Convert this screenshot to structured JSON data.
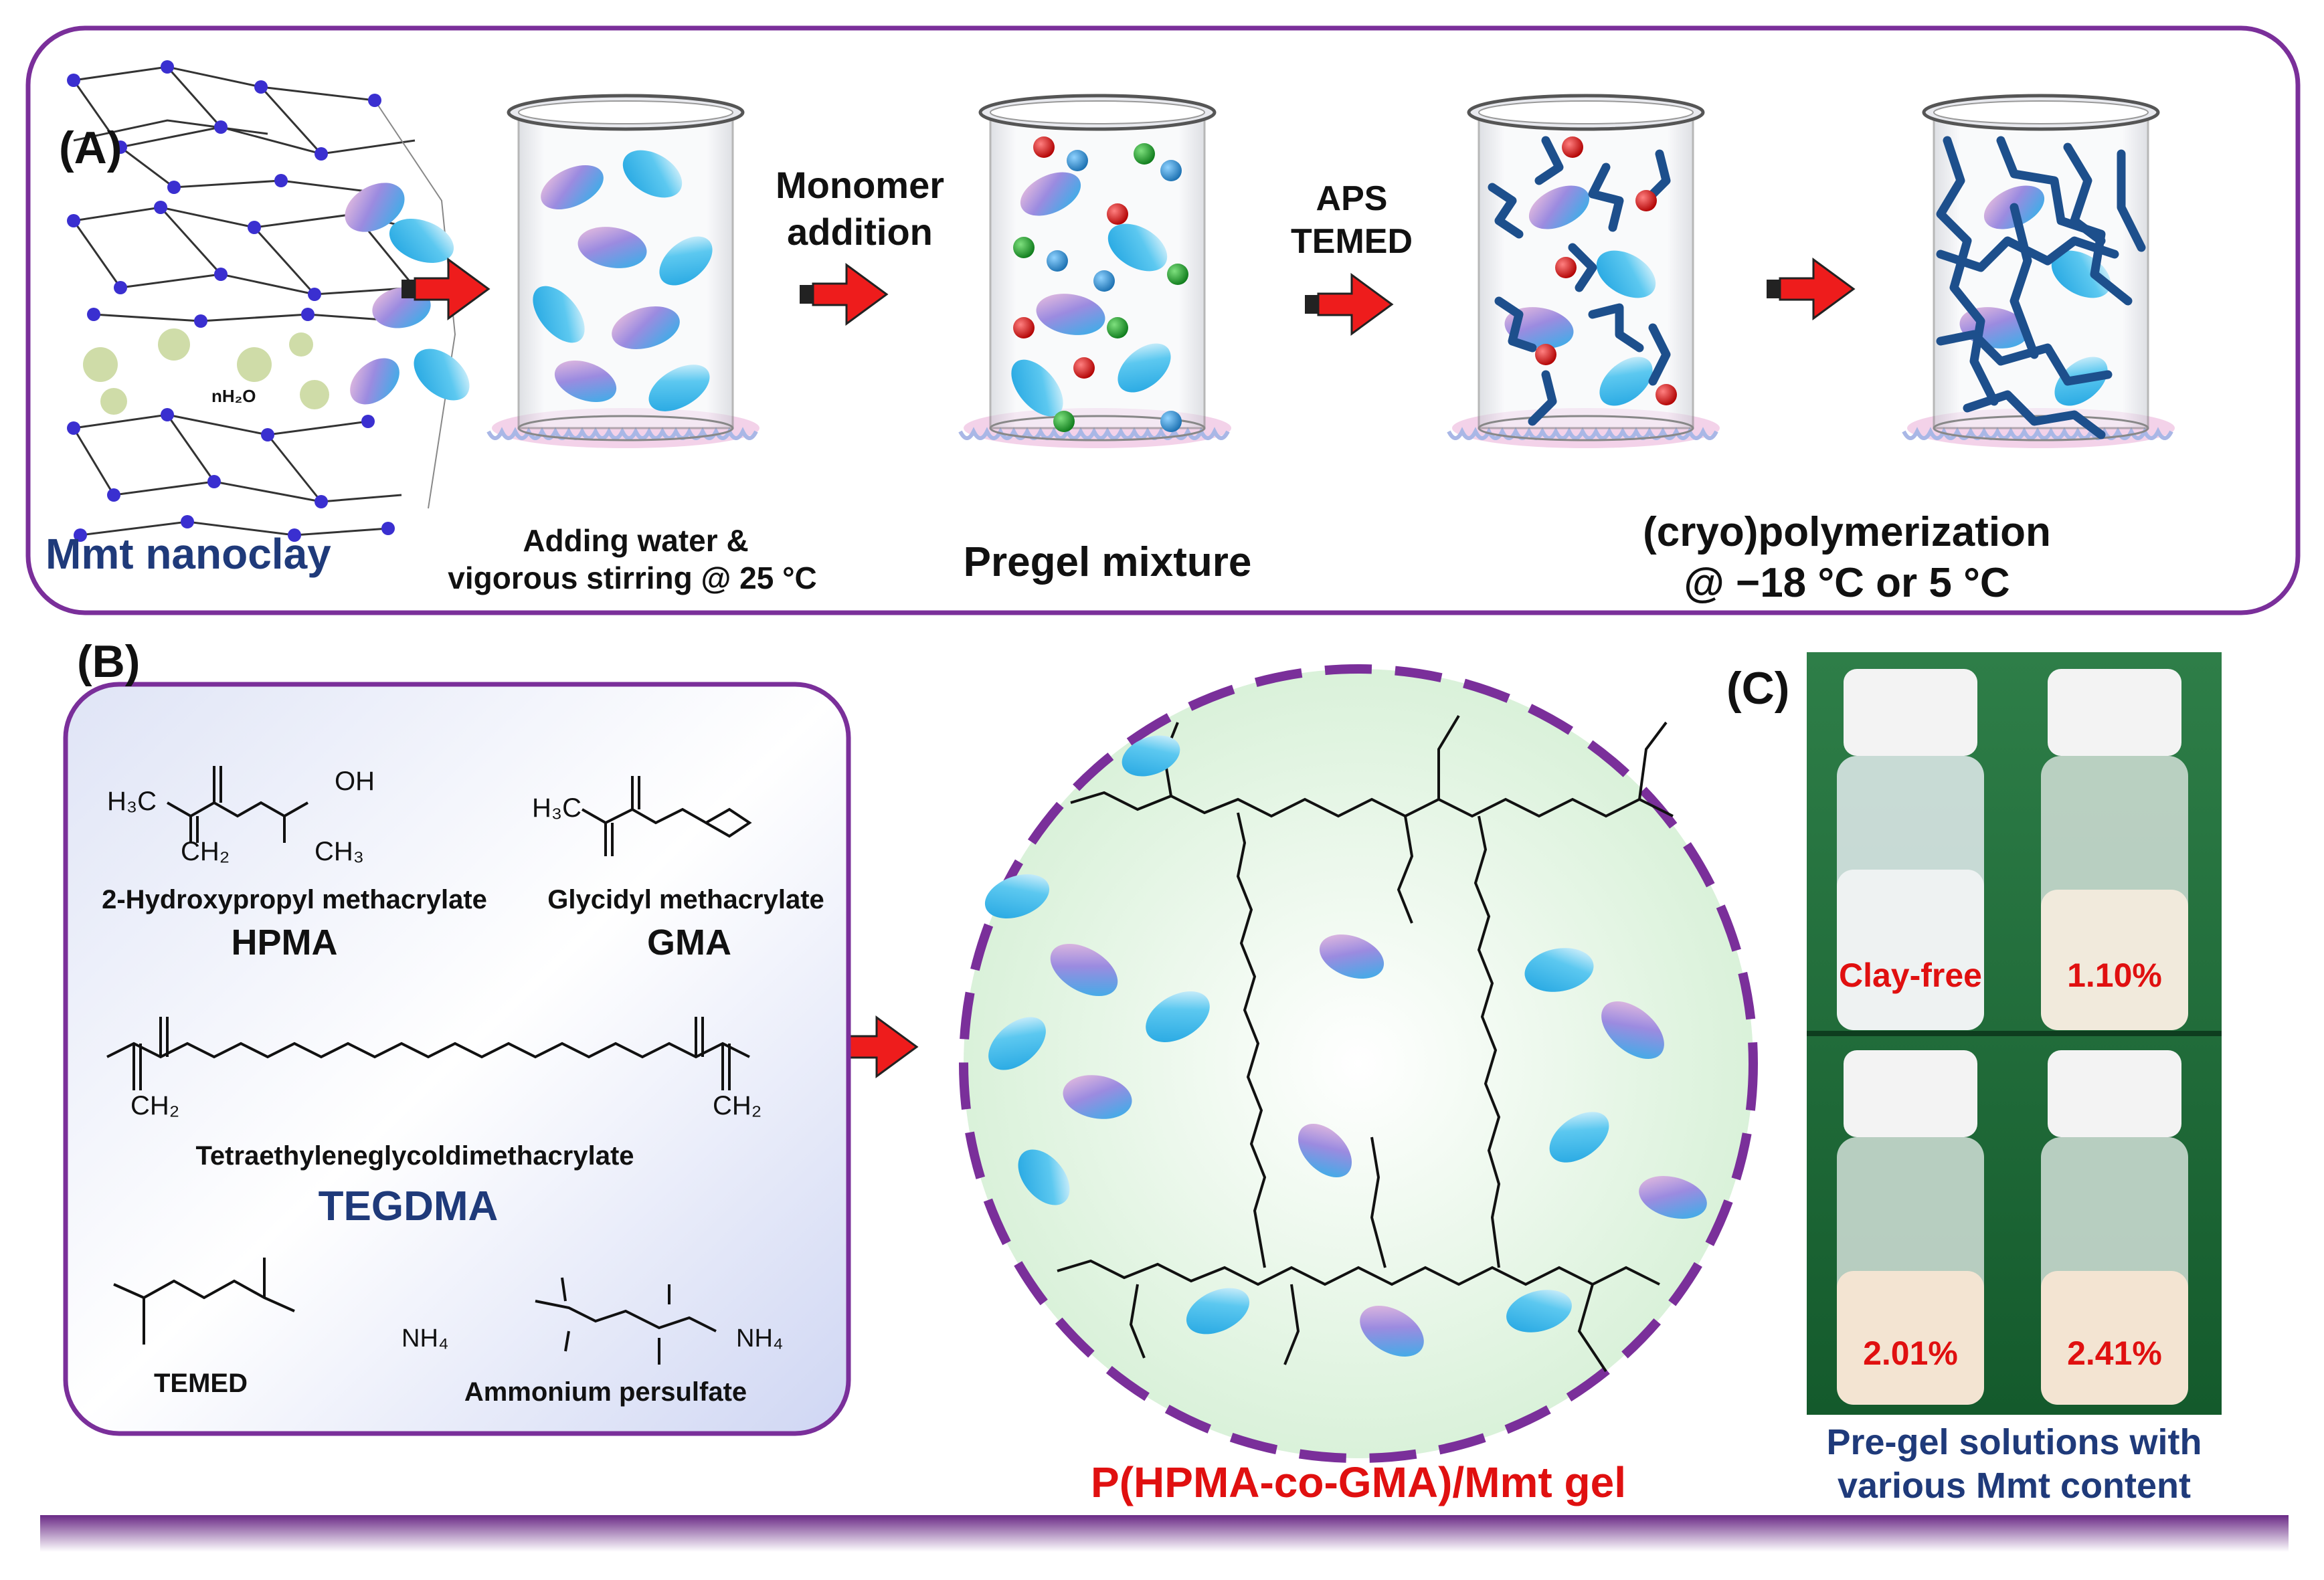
{
  "panel_a": {
    "label": "(A)",
    "start_label": "Mmt nanoclay",
    "layer_water": "nH₂O",
    "step1_line1": "Adding water &",
    "step1_line2": "vigorous stirring @ 25 °C",
    "arrow2_line1": "Monomer",
    "arrow2_line2": "addition",
    "step2_label": "Pregel mixture",
    "arrow3_line1": "APS",
    "arrow3_line2": "TEMED",
    "step3_line1": "(cryo)polymerization",
    "step3_line2": "@ −18 °C or 5 °C"
  },
  "panel_b": {
    "label": "(B)",
    "hpma_formula_left": "H₃C",
    "hpma_oh": "OH",
    "hpma_ch2": "CH₂",
    "hpma_ch3": "CH₃",
    "hpma_name": "2-Hydroxypropyl methacrylate",
    "hpma_abbr": "HPMA",
    "gma_formula_left": "H₃C",
    "gma_name": "Glycidyl methacrylate",
    "gma_abbr": "GMA",
    "tegdma_ch2_left": "CH₂",
    "tegdma_ch2_right": "CH₂",
    "tegdma_name": "Tetraethyleneglycoldimethacrylate",
    "tegdma_abbr": "TEGDMA",
    "temed_name": "TEMED",
    "aps_name": "Ammonium  persulfate",
    "nh4_left": "NH₄",
    "nh4_right": "NH₄",
    "gel_label": "P(HPMA-co-GMA)/Mmt gel"
  },
  "panel_c": {
    "label": "(C)",
    "vials": [
      {
        "label": "Clay-free"
      },
      {
        "label": "1.10%"
      },
      {
        "label": "2.01%"
      },
      {
        "label": "2.41%"
      }
    ],
    "caption_line1": "Pre-gel solutions with",
    "caption_line2": "various Mmt content"
  },
  "colors": {
    "frame_purple": "#7a2f9a",
    "arrow_red": "#ee1c1c",
    "title_navy": "#1f3a7a",
    "label_red": "#e01010",
    "polymer_blue": "#1d4f8c",
    "disc_cyan": "#35b6e8",
    "disc_pink": "#f2c6e0",
    "disc_violet": "#8a6fd8",
    "vial_green": "#1f6b3a"
  }
}
